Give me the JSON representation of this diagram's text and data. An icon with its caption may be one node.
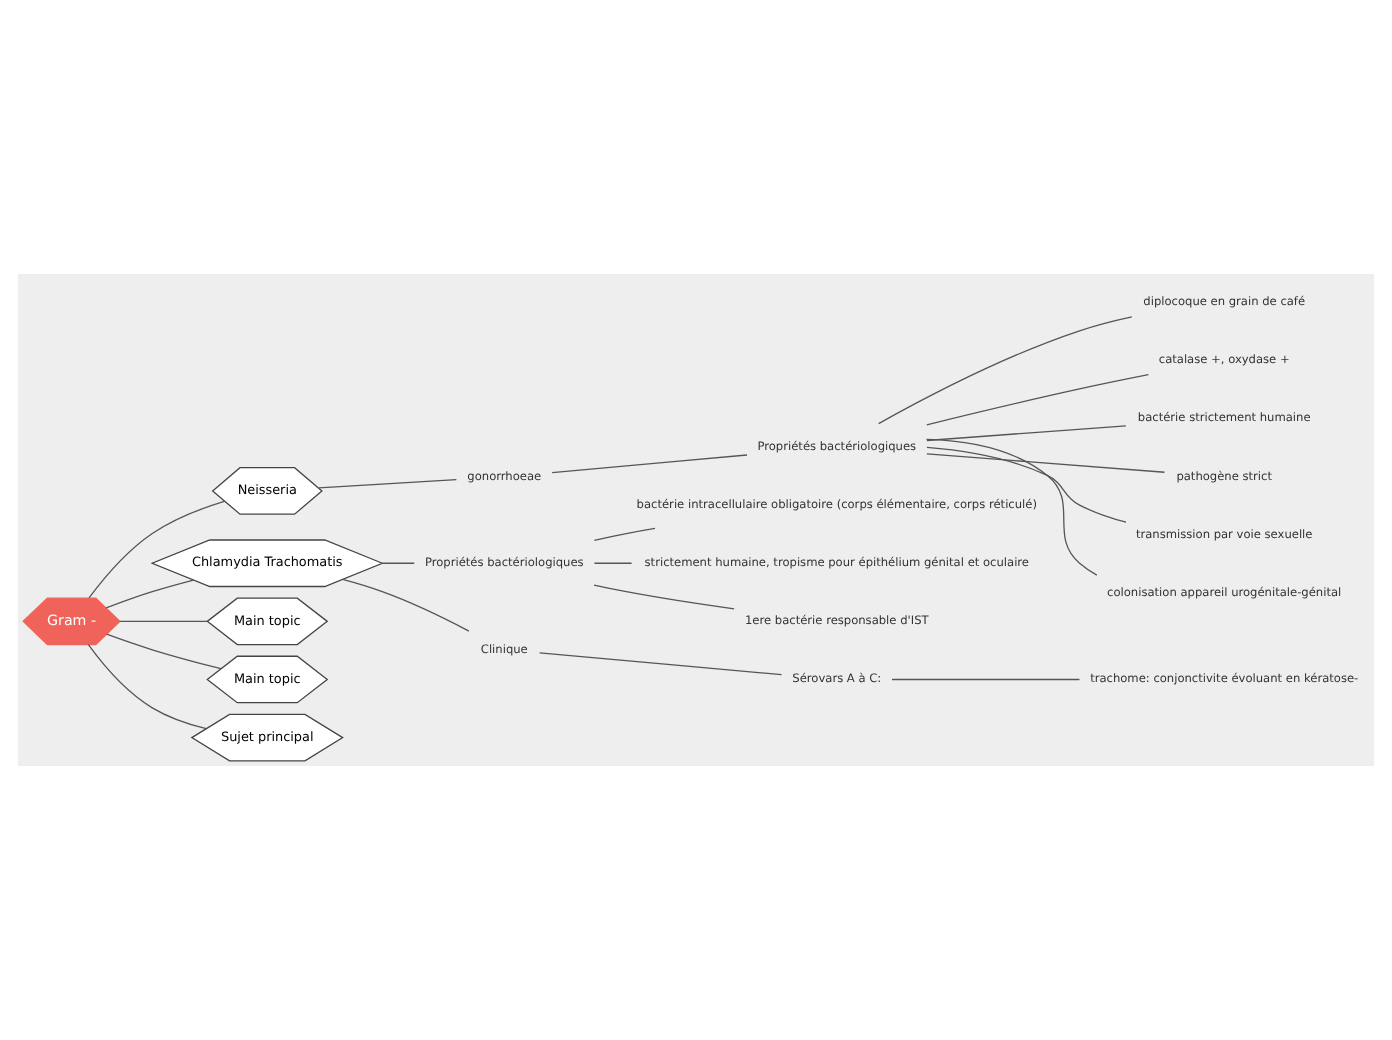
{
  "diagram": {
    "nodes": [
      {
        "text": [
          "Gram -"
        ]
      },
      {
        "text": [
          "Neisseria"
        ]
      },
      {
        "text": [
          "gonorrhoeae"
        ]
      },
      {
        "text": [
          "Propriétés bactériologiques"
        ]
      },
      {
        "text": [
          "diplocoque en grain de café"
        ]
      },
      {
        "text": [
          "catalase +, oxydase +"
        ]
      },
      {
        "text": [
          "bactérie strictement humaine"
        ]
      },
      {
        "text": [
          "pathogène strict"
        ]
      },
      {
        "text": [
          "transmission par voie sexuelle"
        ]
      },
      {
        "text": [
          "colonisation appareil urogénitale-génital"
        ]
      },
      {
        "text": [
          "Chlamydia Trachomatis"
        ]
      },
      {
        "text": [
          "Propriétés bactériologiques"
        ]
      },
      {
        "text": [
          "bactérie intracellulaire obligatoire (corps élémentaire, corps réticulé)"
        ]
      },
      {
        "text": [
          "strictement humaine, tropisme pour épithélium génital et oculaire"
        ]
      },
      {
        "text": [
          "1ere bactérie responsable d'IST"
        ]
      },
      {
        "text": [
          "Clinique"
        ]
      },
      {
        "text": [
          "Sérovars A à C:"
        ]
      },
      {
        "text": [
          "trachome: conjonctivite évoluant en kératose-"
        ]
      },
      {
        "text": [
          "Main topic"
        ]
      },
      {
        "text": [
          "Main topic"
        ]
      },
      {
        "text": [
          "Sujet principal"
        ]
      }
    ],
    "edges": [
      {
        "from": 0,
        "to": 1,
        "arrow": "none"
      },
      {
        "from": 1,
        "to": 2,
        "arrow": "none"
      },
      {
        "from": 2,
        "to": 3,
        "arrow": "none"
      },
      {
        "from": 3,
        "to": 4,
        "arrow": "none"
      },
      {
        "from": 3,
        "to": 5,
        "arrow": "none"
      },
      {
        "from": 3,
        "to": 6,
        "arrow": "none"
      },
      {
        "from": 3,
        "to": 7,
        "arrow": "none"
      },
      {
        "from": 3,
        "to": 8,
        "arrow": "none"
      },
      {
        "from": 3,
        "to": 9,
        "arrow": "none"
      },
      {
        "from": 0,
        "to": 10,
        "arrow": "none"
      },
      {
        "from": 10,
        "to": 11,
        "arrow": "none"
      },
      {
        "from": 11,
        "to": 12,
        "arrow": "none"
      },
      {
        "from": 11,
        "to": 13,
        "arrow": "none"
      },
      {
        "from": 11,
        "to": 14,
        "arrow": "none"
      },
      {
        "from": 10,
        "to": 15,
        "arrow": "none"
      },
      {
        "from": 15,
        "to": 16,
        "arrow": "none"
      },
      {
        "from": 16,
        "to": 17,
        "arrow": "none"
      },
      {
        "from": 0,
        "to": 18,
        "arrow": "none"
      },
      {
        "from": 0,
        "to": 19,
        "arrow": "none"
      },
      {
        "from": 0,
        "to": 20,
        "arrow": "none"
      }
    ]
  }
}
